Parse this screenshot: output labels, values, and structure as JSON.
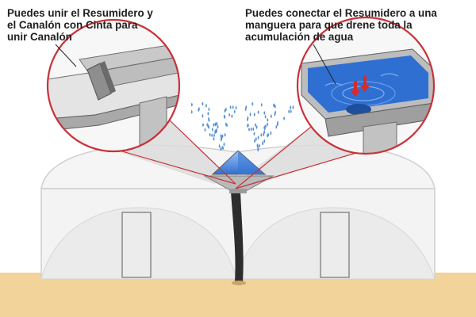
{
  "captions": {
    "left": {
      "lines": [
        "Puedes unir el Resumidero y",
        "el Canalón con Cinta para",
        "unir Canalón"
      ]
    },
    "right": {
      "lines": [
        "Puedes conectar el Resumidero a una",
        "manguera para que drene toda la",
        "acumulación de agua"
      ]
    }
  },
  "colors": {
    "ground": "#f2d49b",
    "greenhouse_fill": "#f3f3f3",
    "greenhouse_stroke": "#cfcfcf",
    "water": "#2f6fd1",
    "water_drops": "#5b93d8",
    "zoom_circle_border": "#c8323a",
    "hose": "#2d2d2d",
    "arrow": "#d92a2a",
    "drain_metal": "#a8a8a8"
  },
  "icons": [
    "raindrop-icon",
    "red-arrow-icon"
  ]
}
